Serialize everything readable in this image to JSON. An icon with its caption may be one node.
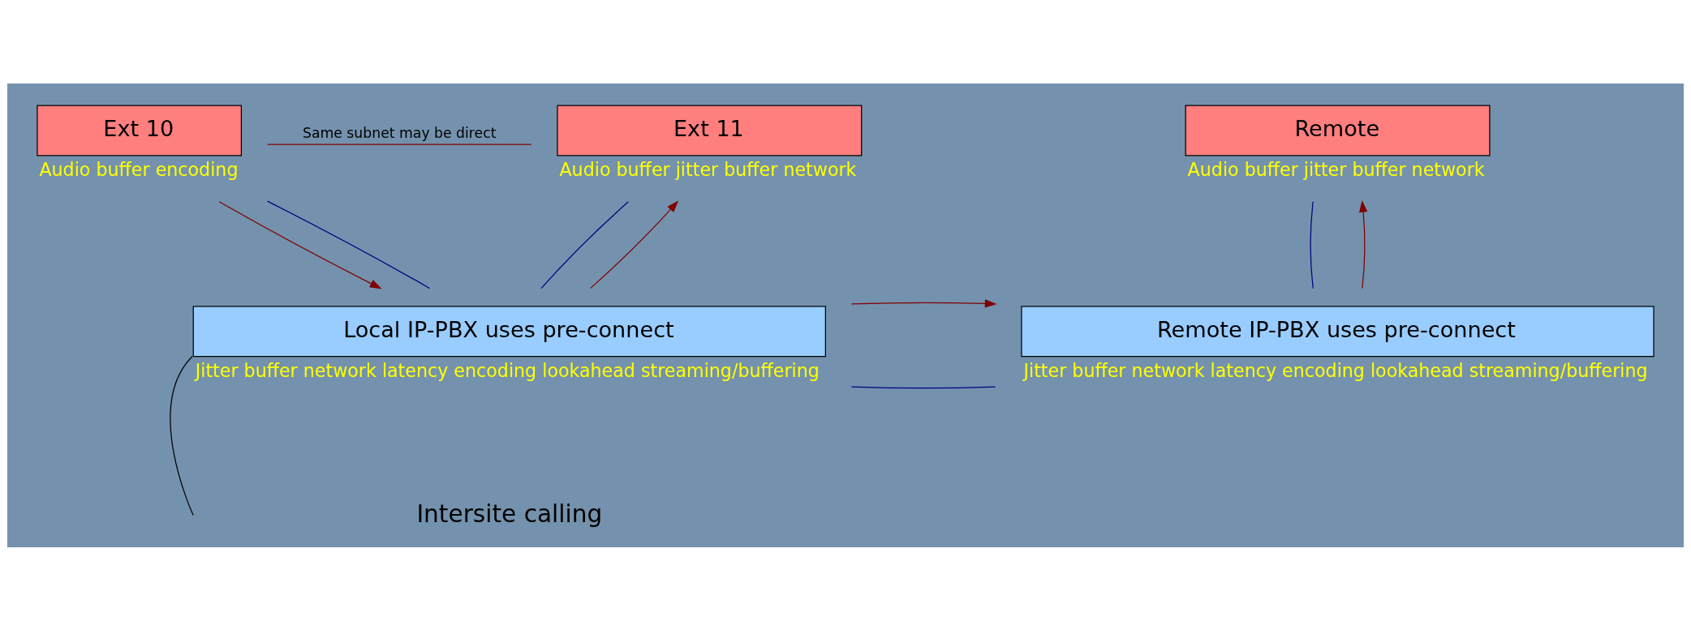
{
  "diagram": {
    "nodes": [
      {
        "text": [
          "Ext 10"
        ],
        "beside": [
          "Audio buffer encoding"
        ]
      },
      {
        "text": [
          "Ext 11"
        ],
        "beside": [
          "Audio buffer jitter buffer network"
        ]
      },
      {
        "text": [
          "Remote"
        ],
        "beside": [
          "Audio buffer jitter buffer network"
        ]
      },
      {
        "text": [
          "Local IP-PBX uses pre-connect"
        ],
        "beside": [
          "Jitter buffer network latency encoding lookahead streaming/buffering"
        ]
      },
      {
        "text": [
          "Remote IP-PBX uses pre-connect"
        ],
        "beside": [
          "Jitter buffer network latency encoding lookahead streaming/buffering"
        ]
      }
    ],
    "edges": [
      {
        "from": 0,
        "to": 1,
        "arrow": "none",
        "label": "Same subnet may be direct",
        "color": "#800000"
      },
      {
        "from": 0,
        "to": 3,
        "arrow": "to",
        "color": "#800000"
      },
      {
        "from": 3,
        "to": 0,
        "arrow": "none",
        "color": "#000080"
      },
      {
        "from": 3,
        "to": 1,
        "arrow": "to",
        "color": "#800000"
      },
      {
        "from": 1,
        "to": 3,
        "arrow": "none",
        "color": "#000080"
      },
      {
        "from": 3,
        "to": 4,
        "arrow": "none",
        "color": "#000080"
      },
      {
        "from": 3,
        "to": 4,
        "arrow": "to",
        "color": "#800000"
      },
      {
        "from": 4,
        "to": 2,
        "arrow": "none",
        "color": "#000080"
      },
      {
        "from": 4,
        "to": 2,
        "arrow": "to",
        "color": "#800000"
      },
      {
        "from": 3,
        "to": null,
        "arrow": "none",
        "color": "#000000"
      }
    ],
    "labels": [
      "Intersite calling"
    ]
  }
}
